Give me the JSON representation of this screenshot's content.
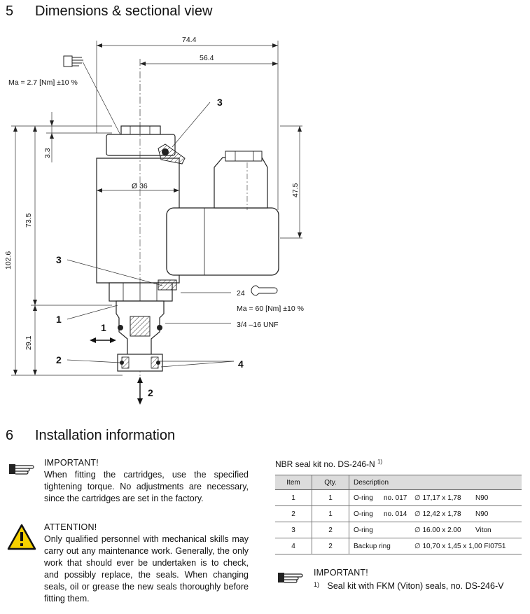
{
  "section5": {
    "number": "5",
    "title": "Dimensions & sectional view"
  },
  "drawing": {
    "dim_overall_width": "74.4",
    "dim_inner_width": "56.4",
    "torque_top": "Ma = 2.7 [Nm] ±10 %",
    "dim_small": "3.3",
    "dim_height_total": "102.6",
    "dim_height_body": "73.5",
    "dim_diameter": "Ø 36",
    "dim_coil_height": "47.5",
    "wrench_size": "24",
    "torque_bottom": "Ma = 60 [Nm] ±10 %",
    "thread": "3/4 –16 UNF",
    "dim_bottom": "29.1",
    "label_1": "1",
    "label_2": "2",
    "label_3": "3",
    "label_4": "4",
    "port_1": "1",
    "port_2": "2"
  },
  "section6": {
    "number": "6",
    "title": "Installation information"
  },
  "important": {
    "title": "IMPORTANT!",
    "text": "When fitting the cartridges, use the specified tightening torque. No adjustments are necessary, since the cartridges are set in the factory."
  },
  "attention": {
    "title": "ATTENTION!",
    "text": "Only qualified personnel with mechanical skills may carry out any maintenance work. Generally, the only work that should ever be undertaken is to check, and possibly replace, the seals. When changing seals, oil or grease the new seals thoroughly before fitting them."
  },
  "seal_kit": {
    "title": "NBR seal kit no. DS-246-N",
    "footnote_mark": "1)",
    "headers": {
      "item": "Item",
      "qty": "Qty.",
      "description": "Description"
    },
    "rows": [
      {
        "item": "1",
        "qty": "1",
        "part": "O-ring",
        "no": "no. 017",
        "size": "∅ 17,17 x 1,78",
        "mat": "N90"
      },
      {
        "item": "2",
        "qty": "1",
        "part": "O-ring",
        "no": "no. 014",
        "size": "∅ 12,42 x 1,78",
        "mat": "N90"
      },
      {
        "item": "3",
        "qty": "2",
        "part": "O-ring",
        "no": "",
        "size": "∅ 16.00 x 2.00",
        "mat": "Viton"
      },
      {
        "item": "4",
        "qty": "2",
        "part": "Backup ring",
        "no": "",
        "size": "∅ 10,70 x 1,45 x 1,00 FI0751",
        "mat": ""
      }
    ]
  },
  "important2": {
    "title": "IMPORTANT!",
    "footnote_mark": "1)",
    "text": "Seal kit with FKM (Viton) seals, no. DS-246-V"
  },
  "icons": {
    "hand": "pointing-hand-icon",
    "warning": "warning-triangle-icon",
    "wrench": "wrench-icon"
  }
}
